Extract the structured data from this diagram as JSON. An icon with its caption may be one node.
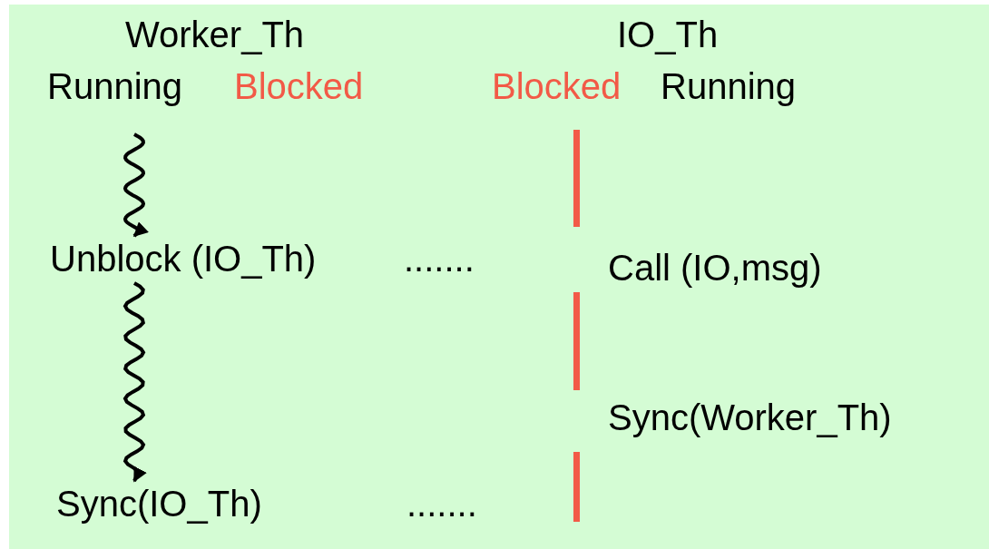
{
  "diagram": {
    "nodes": [
      {
        "text": [
          "Unblock (IO_Th)"
        ]
      },
      {
        "text": [
          "Sync(IO_Th)"
        ]
      }
    ],
    "edges": [
      {
        "from": null,
        "to": 0,
        "arrow": "to"
      },
      {
        "from": 0,
        "to": 1,
        "arrow": "to"
      }
    ],
    "labels": [
      "Worker_Th",
      "IO_Th",
      "Running",
      "Blocked",
      "Blocked",
      "Running",
      ".......",
      "Call (IO,msg)",
      "Sync(Worker_Th)",
      "......."
    ]
  }
}
